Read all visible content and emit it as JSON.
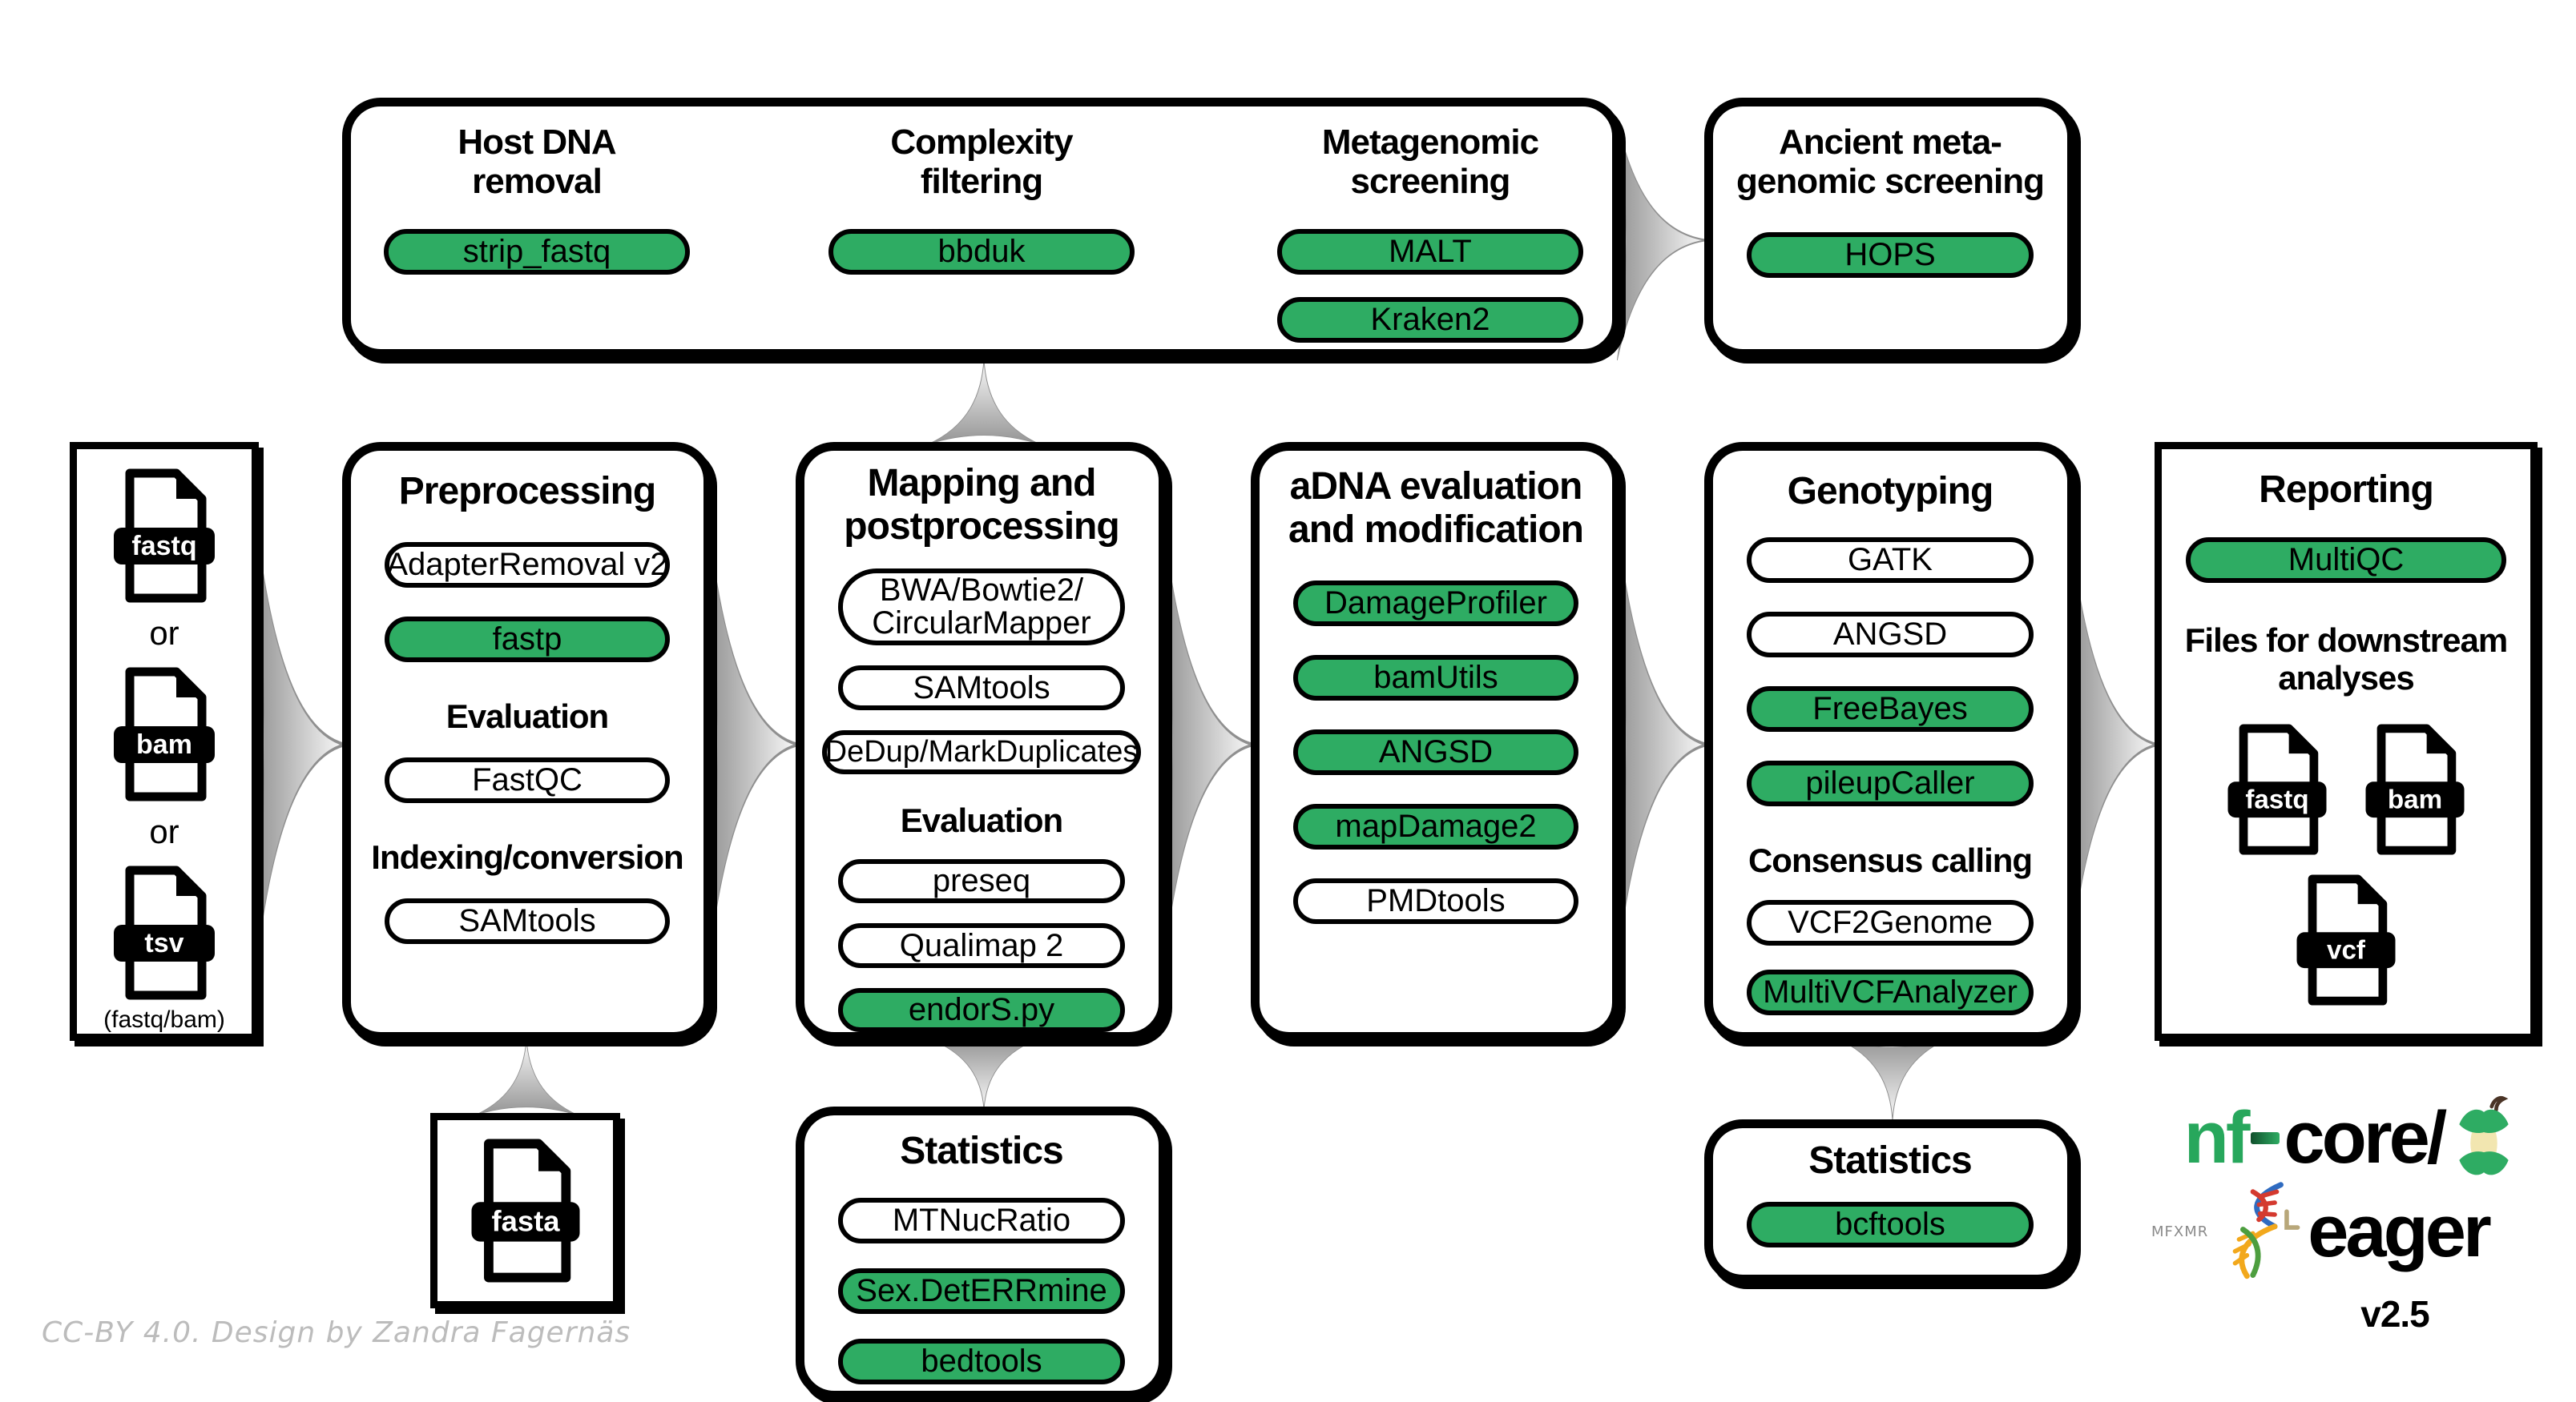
{
  "colors": {
    "green": "#2EAC63",
    "logo_green": "#27A75C"
  },
  "credit": "CC-BY 4.0. Design by Zandra Fagernäs",
  "top_box": {
    "sections": [
      {
        "title_line1": "Host DNA",
        "title_line2": "removal",
        "tools": [
          {
            "label": "strip_fastq",
            "enabled": true
          }
        ]
      },
      {
        "title_line1": "Complexity",
        "title_line2": "filtering",
        "tools": [
          {
            "label": "bbduk",
            "enabled": true
          }
        ]
      },
      {
        "title_line1": "Metagenomic",
        "title_line2": "screening",
        "tools": [
          {
            "label": "MALT",
            "enabled": true
          },
          {
            "label": "Kraken2",
            "enabled": true
          }
        ]
      }
    ]
  },
  "ancient_box": {
    "title_line1": "Ancient meta-",
    "title_line2": "genomic screening",
    "tools": [
      {
        "label": "HOPS",
        "enabled": true
      }
    ]
  },
  "input_box": {
    "file_types": [
      "fastq",
      "bam",
      "tsv"
    ],
    "separator": "or",
    "caption": "(fastq/bam)"
  },
  "preprocessing": {
    "title": "Preprocessing",
    "tools": [
      {
        "label": "AdapterRemoval v2",
        "enabled": false
      },
      {
        "label": "fastp",
        "enabled": true
      }
    ],
    "evaluation_heading": "Evaluation",
    "evaluation_tools": [
      {
        "label": "FastQC",
        "enabled": false
      }
    ],
    "indexing_heading": "Indexing/conversion",
    "indexing_tools": [
      {
        "label": "SAMtools",
        "enabled": false
      }
    ]
  },
  "mapping": {
    "title_line1": "Mapping and",
    "title_line2": "postprocessing",
    "tools": [
      {
        "label": "BWA/Bowtie2/",
        "label2": "CircularMapper",
        "enabled": false
      },
      {
        "label": "SAMtools",
        "enabled": false
      },
      {
        "label": "DeDup/MarkDuplicates",
        "enabled": false
      }
    ],
    "evaluation_heading": "Evaluation",
    "evaluation_tools": [
      {
        "label": "preseq",
        "enabled": false
      },
      {
        "label": "Qualimap 2",
        "enabled": false
      },
      {
        "label": "endorS.py",
        "enabled": true
      }
    ]
  },
  "adna": {
    "title_line1": "aDNA evaluation",
    "title_line2": "and modification",
    "tools": [
      {
        "label": "DamageProfiler",
        "enabled": true
      },
      {
        "label": "bamUtils",
        "enabled": true
      },
      {
        "label": "ANGSD",
        "enabled": true
      },
      {
        "label": "mapDamage2",
        "enabled": true
      },
      {
        "label": "PMDtools",
        "enabled": false
      }
    ]
  },
  "genotyping": {
    "title": "Genotyping",
    "tools": [
      {
        "label": "GATK",
        "enabled": false
      },
      {
        "label": "ANGSD",
        "enabled": false
      },
      {
        "label": "FreeBayes",
        "enabled": true
      },
      {
        "label": "pileupCaller",
        "enabled": true
      }
    ],
    "consensus_heading": "Consensus calling",
    "consensus_tools": [
      {
        "label": "VCF2Genome",
        "enabled": false
      },
      {
        "label": "MultiVCFAnalyzer",
        "enabled": true
      }
    ]
  },
  "reporting": {
    "title": "Reporting",
    "tools": [
      {
        "label": "MultiQC",
        "enabled": true
      }
    ],
    "downstream_heading_line1": "Files for downstream",
    "downstream_heading_line2": "analyses",
    "output_files": [
      "fastq",
      "bam",
      "vcf"
    ]
  },
  "fasta_box": {
    "file_type": "fasta"
  },
  "statistics_mapping": {
    "title": "Statistics",
    "tools": [
      {
        "label": "MTNucRatio",
        "enabled": false
      },
      {
        "label": "Sex.DetERRmine",
        "enabled": true
      },
      {
        "label": "bedtools",
        "enabled": true
      }
    ]
  },
  "statistics_genotyping": {
    "title": "Statistics",
    "tools": [
      {
        "label": "bcftools",
        "enabled": true
      }
    ]
  },
  "logo": {
    "prefix_green": "nf",
    "prefix_dash": "-",
    "prefix_rest": "core/",
    "name": "eager",
    "version": "v2.5",
    "runes": "MFXMR"
  }
}
